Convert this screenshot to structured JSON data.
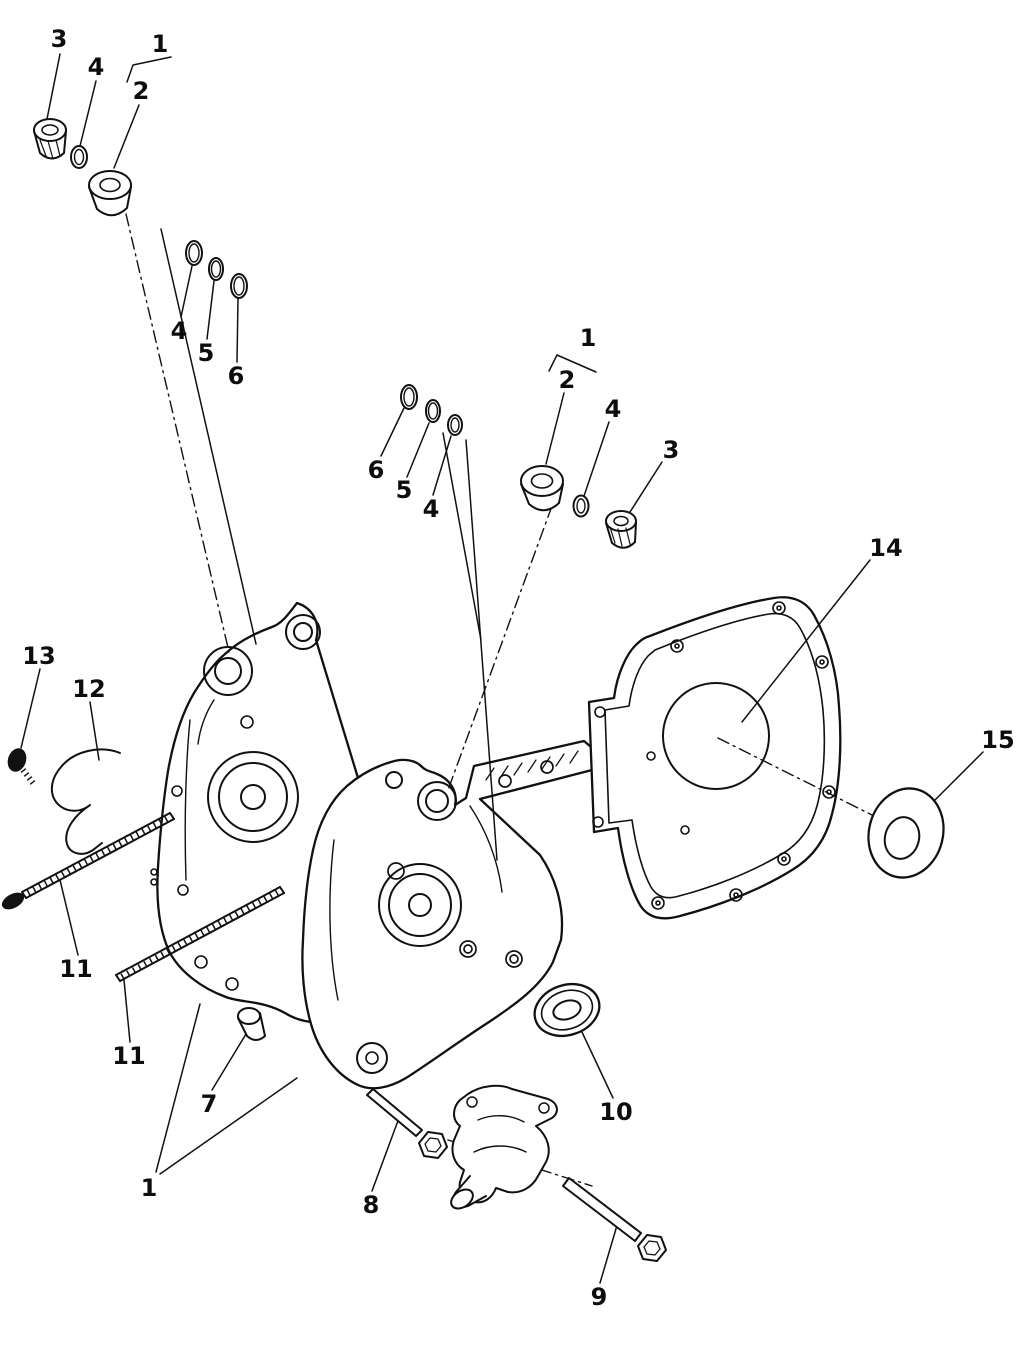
{
  "diagram": {
    "figure_type": "exploded-parts-diagram",
    "subject": "crankcase-and-fan-cover-assembly",
    "background_color": "#ffffff",
    "line_color": "#111111",
    "callouts": [
      {
        "label": "3"
      },
      {
        "label": "1"
      },
      {
        "label": "4"
      },
      {
        "label": "2"
      },
      {
        "label": "4"
      },
      {
        "label": "5"
      },
      {
        "label": "6"
      },
      {
        "label": "6"
      },
      {
        "label": "5"
      },
      {
        "label": "4"
      },
      {
        "label": "1"
      },
      {
        "label": "2"
      },
      {
        "label": "4"
      },
      {
        "label": "3"
      },
      {
        "label": "14"
      },
      {
        "label": "15"
      },
      {
        "label": "13"
      },
      {
        "label": "12"
      },
      {
        "label": "11"
      },
      {
        "label": "11"
      },
      {
        "label": "7"
      },
      {
        "label": "1"
      },
      {
        "label": "8"
      },
      {
        "label": "10"
      },
      {
        "label": "9"
      }
    ]
  }
}
